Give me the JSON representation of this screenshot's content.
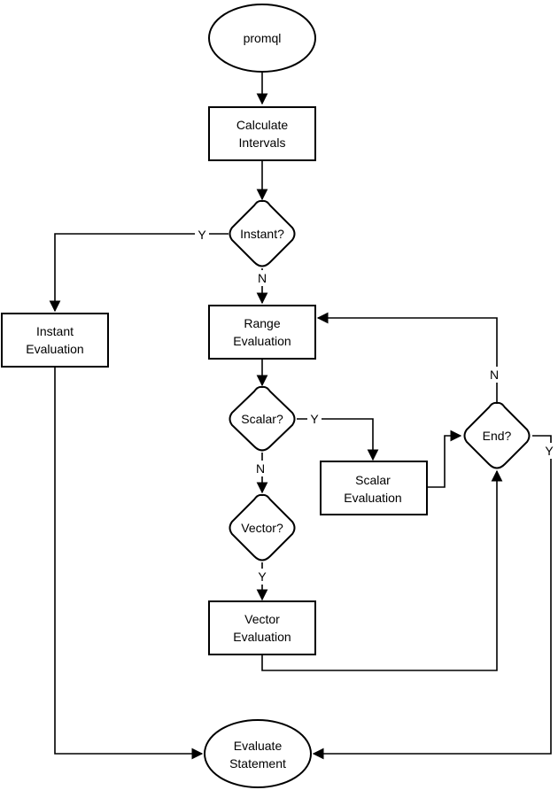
{
  "nodes": {
    "promql": {
      "lines": [
        "promql"
      ]
    },
    "calc": {
      "lines": [
        "Calculate",
        "Intervals"
      ]
    },
    "instant_q": {
      "lines": [
        "Instant?"
      ]
    },
    "instant_eval": {
      "lines": [
        "Instant",
        "Evaluation"
      ]
    },
    "range_eval": {
      "lines": [
        "Range",
        "Evaluation"
      ]
    },
    "scalar_q": {
      "lines": [
        "Scalar?"
      ]
    },
    "scalar_eval": {
      "lines": [
        "Scalar",
        "Evaluation"
      ]
    },
    "vector_q": {
      "lines": [
        "Vector?"
      ]
    },
    "vector_eval": {
      "lines": [
        "Vector",
        "Evaluation"
      ]
    },
    "end_q": {
      "lines": [
        "End?"
      ]
    },
    "statement": {
      "lines": [
        "Evaluate",
        "Statement"
      ]
    }
  },
  "edge_labels": {
    "instant_yes": "Y",
    "instant_no": "N",
    "scalar_yes": "Y",
    "scalar_no": "N",
    "vector_yes": "Y",
    "end_no": "N",
    "end_yes": "Y"
  }
}
